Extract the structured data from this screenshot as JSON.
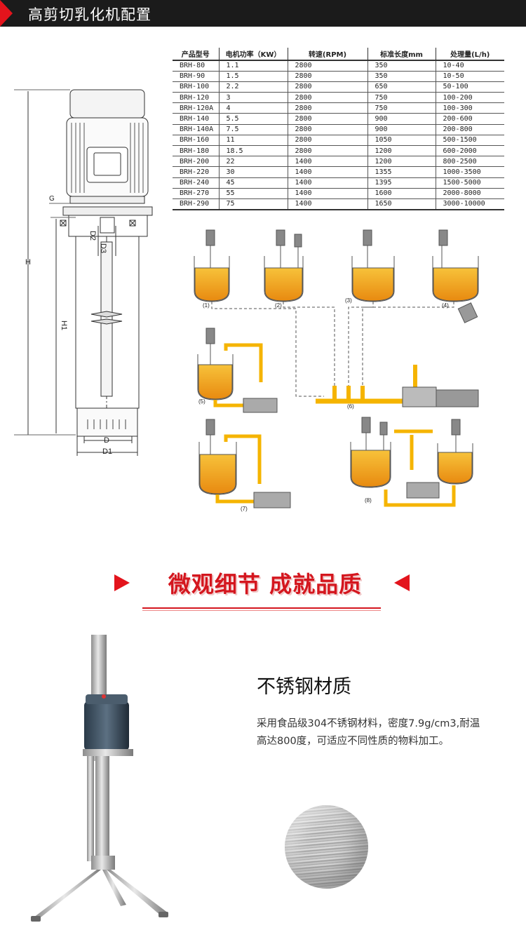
{
  "header": {
    "title": "高剪切乳化机配置"
  },
  "spec_table": {
    "headers": [
      "产品型号",
      "电机功率（KW）",
      "转速(RPM)",
      "标准长度mm",
      "处理量(L/h)"
    ],
    "rows": [
      [
        "BRH-80",
        "1.1",
        "2800",
        "350",
        "10-40"
      ],
      [
        "BRH-90",
        "1.5",
        "2800",
        "350",
        "10-50"
      ],
      [
        "BRH-100",
        "2.2",
        "2800",
        "650",
        "50-100"
      ],
      [
        "BRH-120",
        "3",
        "2800",
        "750",
        "100-200"
      ],
      [
        "BRH-120A",
        "4",
        "2800",
        "750",
        "100-300"
      ],
      [
        "BRH-140",
        "5.5",
        "2800",
        "900",
        "200-600"
      ],
      [
        "BRH-140A",
        "7.5",
        "2800",
        "900",
        "200-800"
      ],
      [
        "BRH-160",
        "11",
        "2800",
        "1050",
        "500-1500"
      ],
      [
        "BRH-180",
        "18.5",
        "2800",
        "1200",
        "600-2000"
      ],
      [
        "BRH-200",
        "22",
        "1400",
        "1200",
        "800-2500"
      ],
      [
        "BRH-220",
        "30",
        "1400",
        "1355",
        "1000-3500"
      ],
      [
        "BRH-240",
        "45",
        "1400",
        "1395",
        "1500-5000"
      ],
      [
        "BRH-270",
        "55",
        "1400",
        "1600",
        "2000-8000"
      ],
      [
        "BRH-290",
        "75",
        "1400",
        "1650",
        "3000-10000"
      ]
    ]
  },
  "drawing": {
    "labels": {
      "g": "G",
      "h": "H",
      "h1": "H1",
      "d2": "D2",
      "d3": "D3",
      "d": "D",
      "d1": "D1"
    }
  },
  "process": {
    "labels": [
      "(1)",
      "(2)",
      "(3)",
      "(4)",
      "(5)",
      "(6)",
      "(7)",
      "(8)"
    ]
  },
  "section": {
    "title": "微观细节  成就品质"
  },
  "material": {
    "title": "不锈钢材质",
    "description": "采用食品级304不锈钢材料，密度7.9g/cm3,耐温高达800度，可适应不同性质的物料加工。"
  },
  "colors": {
    "accent": "#e3141c",
    "header_bg": "#1b1b1b",
    "liquid": "#f2a51e",
    "pipe": "#f5b400"
  }
}
